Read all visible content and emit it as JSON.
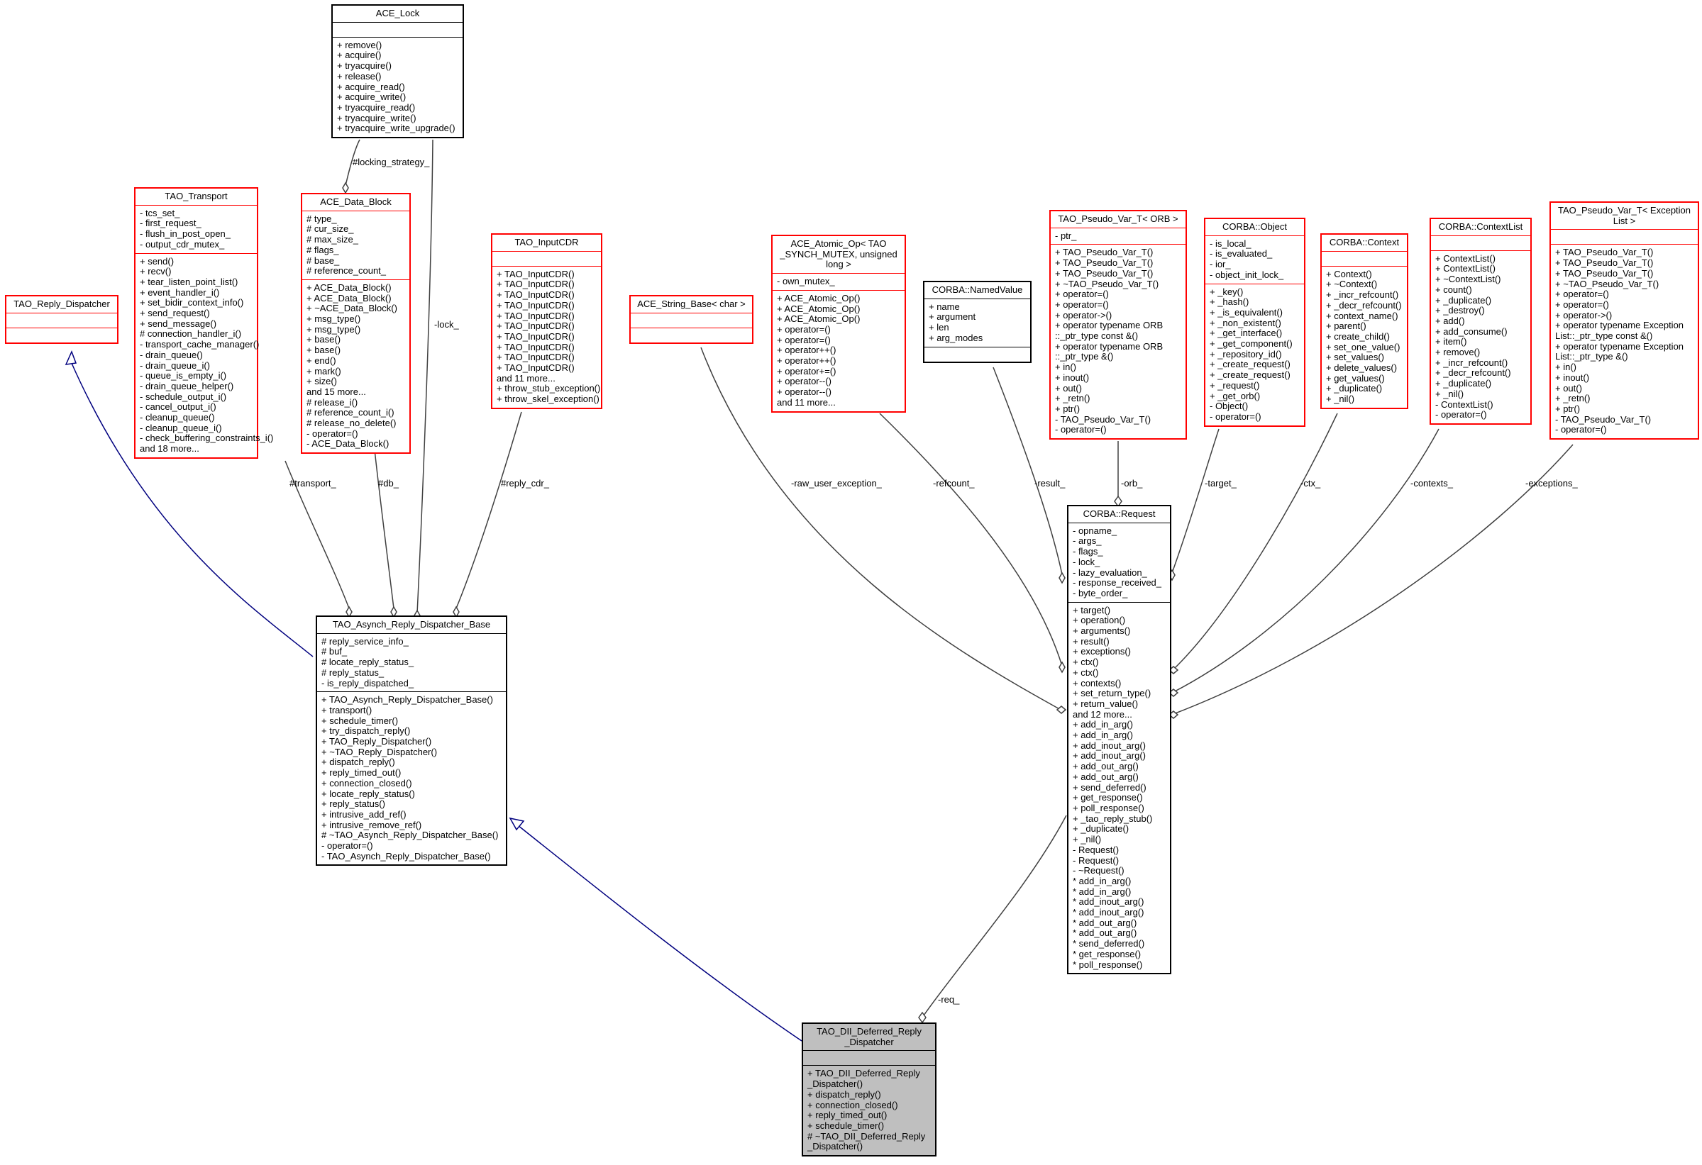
{
  "edge_labels": {
    "locking_strategy": "#locking_strategy_",
    "lock": "-lock_",
    "transport": "#transport_",
    "db": "#db_",
    "reply_cdr": "#reply_cdr_",
    "raw_user_exception": "-raw_user_exception_",
    "refcount": "-refcount_",
    "result": "-result_",
    "orb": "-orb_",
    "target": "-target_",
    "ctx": "-ctx_",
    "contexts": "-contexts_",
    "exceptions": "-exceptions_",
    "req": "-req_"
  },
  "classes": {
    "ace_lock": {
      "title": "ACE_Lock",
      "attrs": [],
      "ops": [
        "+ remove()",
        "+ acquire()",
        "+ tryacquire()",
        "+ release()",
        "+ acquire_read()",
        "+ acquire_write()",
        "+ tryacquire_read()",
        "+ tryacquire_write()",
        "+ tryacquire_write_upgrade()"
      ]
    },
    "tao_transport": {
      "title": "TAO_Transport",
      "attrs": [
        "- tcs_set_",
        "- first_request_",
        "- flush_in_post_open_",
        "- output_cdr_mutex_"
      ],
      "ops": [
        "+ send()",
        "+ recv()",
        "+ tear_listen_point_list()",
        "+ event_handler_i()",
        "+ set_bidir_context_info()",
        "+ send_request()",
        "+ send_message()",
        "# connection_handler_i()",
        "- transport_cache_manager()",
        "- drain_queue()",
        "- drain_queue_i()",
        "- queue_is_empty_i()",
        "- drain_queue_helper()",
        "- schedule_output_i()",
        "- cancel_output_i()",
        "- cleanup_queue()",
        "- cleanup_queue_i()",
        "- check_buffering_constraints_i()",
        "and 18 more..."
      ]
    },
    "ace_data_block": {
      "title": "ACE_Data_Block",
      "attrs": [
        "# type_",
        "# cur_size_",
        "# max_size_",
        "# flags_",
        "# base_",
        "# reference_count_"
      ],
      "ops": [
        "+ ACE_Data_Block()",
        "+ ACE_Data_Block()",
        "+ ~ACE_Data_Block()",
        "+ msg_type()",
        "+ msg_type()",
        "+ base()",
        "+ base()",
        "+ end()",
        "+ mark()",
        "+ size()",
        "and 15 more...",
        "# release_i()",
        "# reference_count_i()",
        "# release_no_delete()",
        "- operator=()",
        "- ACE_Data_Block()"
      ]
    },
    "tao_reply_dispatcher": {
      "title": "TAO_Reply_Dispatcher",
      "attrs": [],
      "ops": []
    },
    "tao_inputcdr": {
      "title": "TAO_InputCDR",
      "attrs": [],
      "ops": [
        "+ TAO_InputCDR()",
        "+ TAO_InputCDR()",
        "+ TAO_InputCDR()",
        "+ TAO_InputCDR()",
        "+ TAO_InputCDR()",
        "+ TAO_InputCDR()",
        "+ TAO_InputCDR()",
        "+ TAO_InputCDR()",
        "+ TAO_InputCDR()",
        "+ TAO_InputCDR()",
        "and 11 more...",
        "+ throw_stub_exception()",
        "+ throw_skel_exception()"
      ]
    },
    "ace_string_base": {
      "title": "ACE_String_Base< char >",
      "attrs": [],
      "ops": []
    },
    "ace_atomic_op": {
      "title": "ACE_Atomic_Op< TAO\n_SYNCH_MUTEX, unsigned\n long >",
      "attrs": [
        "- own_mutex_"
      ],
      "ops": [
        "+ ACE_Atomic_Op()",
        "+ ACE_Atomic_Op()",
        "+ ACE_Atomic_Op()",
        "+ operator=()",
        "+ operator=()",
        "+ operator++()",
        "+ operator++()",
        "+ operator+=()",
        "+ operator--()",
        "+ operator--()",
        "and 11 more..."
      ]
    },
    "corba_namedvalue": {
      "title": "CORBA::NamedValue",
      "attrs": [
        "+ name",
        "+ argument",
        "+ len",
        "+ arg_modes"
      ],
      "ops": []
    },
    "tao_pseudo_var_orb": {
      "title": "TAO_Pseudo_Var_T< ORB >",
      "attrs": [
        "- ptr_"
      ],
      "ops": [
        "+ TAO_Pseudo_Var_T()",
        "+ TAO_Pseudo_Var_T()",
        "+ TAO_Pseudo_Var_T()",
        "+ ~TAO_Pseudo_Var_T()",
        "+ operator=()",
        "+ operator=()",
        "+ operator->()",
        "+ operator typename ORB",
        "::_ptr_type const &()",
        "+ operator typename ORB",
        "::_ptr_type &()",
        "+ in()",
        "+ inout()",
        "+ out()",
        "+ _retn()",
        "+ ptr()",
        "- TAO_Pseudo_Var_T()",
        "- operator=()"
      ]
    },
    "corba_object": {
      "title": "CORBA::Object",
      "attrs": [
        "- is_local_",
        "- is_evaluated_",
        "- ior_",
        "- object_init_lock_"
      ],
      "ops": [
        "+ _key()",
        "+ _hash()",
        "+ _is_equivalent()",
        "+ _non_existent()",
        "+ _get_interface()",
        "+ _get_component()",
        "+ _repository_id()",
        "+ _create_request()",
        "+ _create_request()",
        "+ _request()",
        "+ _get_orb()",
        "- Object()",
        "- operator=()"
      ]
    },
    "corba_context": {
      "title": "CORBA::Context",
      "attrs": [],
      "ops": [
        "+ Context()",
        "+ ~Context()",
        "+ _incr_refcount()",
        "+ _decr_refcount()",
        "+ context_name()",
        "+ parent()",
        "+ create_child()",
        "+ set_one_value()",
        "+ set_values()",
        "+ delete_values()",
        "+ get_values()",
        "+ _duplicate()",
        "+ _nil()"
      ]
    },
    "corba_contextlist": {
      "title": "CORBA::ContextList",
      "attrs": [],
      "ops": [
        "+ ContextList()",
        "+ ContextList()",
        "+ ~ContextList()",
        "+ count()",
        "+ _duplicate()",
        "+ _destroy()",
        "+ add()",
        "+ add_consume()",
        "+ item()",
        "+ remove()",
        "+ _incr_refcount()",
        "+ _decr_refcount()",
        "+ _duplicate()",
        "+ _nil()",
        "- ContextList()",
        "- operator=()"
      ]
    },
    "tao_pseudo_var_exc": {
      "title": "TAO_Pseudo_Var_T< Exception\nList >",
      "attrs": [],
      "ops": [
        "+ TAO_Pseudo_Var_T()",
        "+ TAO_Pseudo_Var_T()",
        "+ TAO_Pseudo_Var_T()",
        "+ ~TAO_Pseudo_Var_T()",
        "+ operator=()",
        "+ operator=()",
        "+ operator->()",
        "+ operator typename Exception",
        "List::_ptr_type const &()",
        "+ operator typename Exception",
        "List::_ptr_type &()",
        "+ in()",
        "+ inout()",
        "+ out()",
        "+ _retn()",
        "+ ptr()",
        "- TAO_Pseudo_Var_T()",
        "- operator=()"
      ]
    },
    "tao_asynch_base": {
      "title": "TAO_Asynch_Reply_Dispatcher_Base",
      "attrs": [
        "# reply_service_info_",
        "# buf_",
        "# locate_reply_status_",
        "# reply_status_",
        "- is_reply_dispatched_"
      ],
      "ops": [
        "+ TAO_Asynch_Reply_Dispatcher_Base()",
        "+ transport()",
        "+ schedule_timer()",
        "+ try_dispatch_reply()",
        "+ TAO_Reply_Dispatcher()",
        "+ ~TAO_Reply_Dispatcher()",
        "+ dispatch_reply()",
        "+ reply_timed_out()",
        "+ connection_closed()",
        "+ locate_reply_status()",
        "+ reply_status()",
        "+ intrusive_add_ref()",
        "+ intrusive_remove_ref()",
        "# ~TAO_Asynch_Reply_Dispatcher_Base()",
        "- operator=()",
        "- TAO_Asynch_Reply_Dispatcher_Base()"
      ]
    },
    "corba_request": {
      "title": "CORBA::Request",
      "attrs": [
        "- opname_",
        "- args_",
        "- flags_",
        "- lock_",
        "- lazy_evaluation_",
        "- response_received_",
        "- byte_order_"
      ],
      "ops": [
        "+ target()",
        "+ operation()",
        "+ arguments()",
        "+ result()",
        "+ exceptions()",
        "+ ctx()",
        "+ ctx()",
        "+ contexts()",
        "+ set_return_type()",
        "+ return_value()",
        "and 12 more...",
        "+ add_in_arg()",
        "+ add_in_arg()",
        "+ add_inout_arg()",
        "+ add_inout_arg()",
        "+ add_out_arg()",
        "+ add_out_arg()",
        "+ send_deferred()",
        "+ get_response()",
        "+ poll_response()",
        "+ _tao_reply_stub()",
        "+ _duplicate()",
        "+ _nil()",
        "- Request()",
        "- Request()",
        "- ~Request()",
        "* add_in_arg()",
        "* add_in_arg()",
        "* add_inout_arg()",
        "* add_inout_arg()",
        "* add_out_arg()",
        "* add_out_arg()",
        "* send_deferred()",
        "* get_response()",
        "* poll_response()"
      ]
    },
    "tao_dii_deferred": {
      "title": "TAO_DII_Deferred_Reply\n_Dispatcher",
      "attrs": [],
      "ops": [
        "+ TAO_DII_Deferred_Reply",
        "_Dispatcher()",
        "+ dispatch_reply()",
        "+ connection_closed()",
        "+ reply_timed_out()",
        "+ schedule_timer()",
        "# ~TAO_DII_Deferred_Reply",
        "_Dispatcher()"
      ]
    }
  }
}
